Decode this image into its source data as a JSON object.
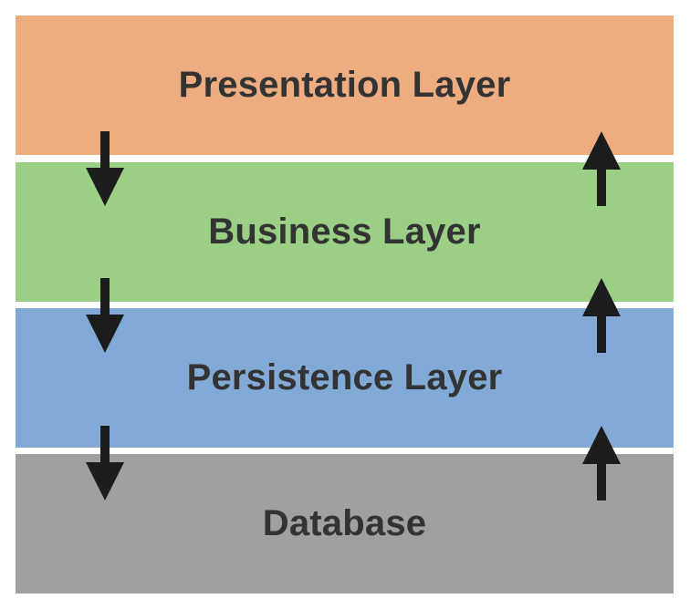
{
  "layers": [
    {
      "label": "Presentation Layer",
      "color": "#EDAD80"
    },
    {
      "label": "Business Layer",
      "color": "#9BCF86"
    },
    {
      "label": "Persistence Layer",
      "color": "#82AAD6"
    },
    {
      "label": "Database",
      "color": "#A0A0A0"
    }
  ],
  "arrow_color": "#1c1c1c",
  "arrows": {
    "down": [
      "arrow-down-icon",
      "arrow-down-icon",
      "arrow-down-icon"
    ],
    "up": [
      "arrow-up-icon",
      "arrow-up-icon",
      "arrow-up-icon"
    ]
  }
}
